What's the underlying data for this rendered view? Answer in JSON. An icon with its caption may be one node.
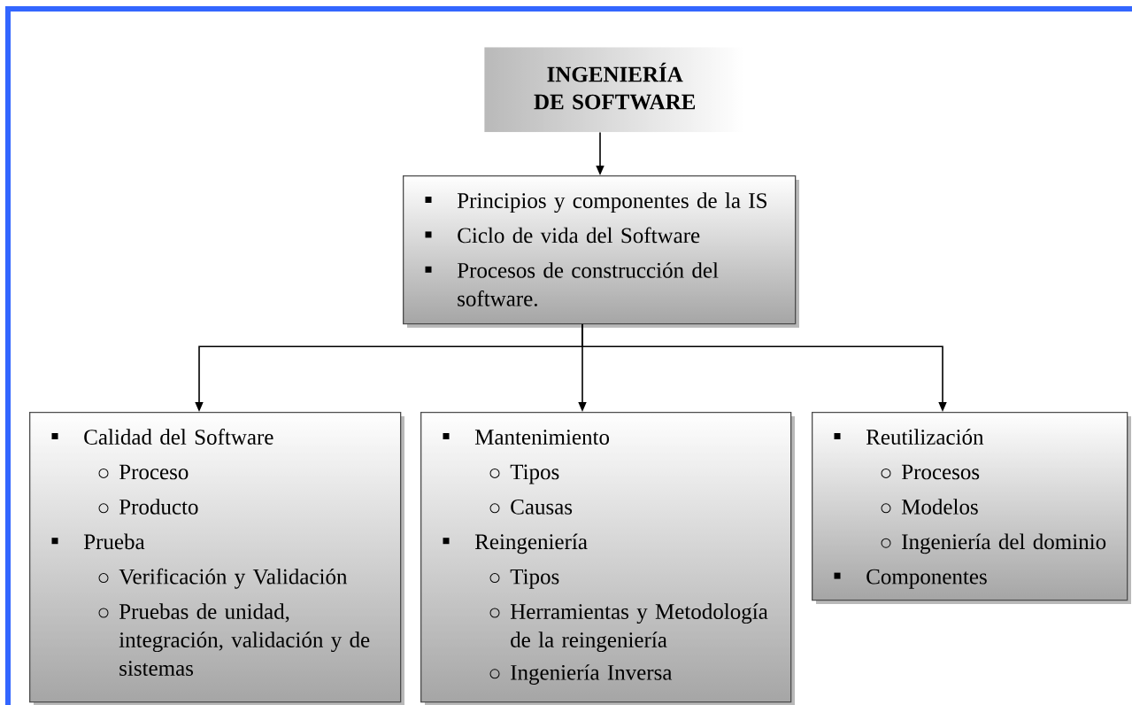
{
  "diagram": {
    "nodes": [
      {
        "text": [
          "INGENIERÍA DE SOFTWARE"
        ]
      },
      {
        "text": [
          "Principios y componentes de la IS",
          "Ciclo de vida del Software",
          "Procesos de construcción del software."
        ]
      },
      {
        "text": [
          "Calidad del Software",
          "Proceso",
          "Producto",
          "Prueba",
          "Verificación y Validación",
          "Pruebas de unidad, integración, validación y de sistemas"
        ]
      },
      {
        "text": [
          "Mantenimiento",
          "Tipos",
          "Causas",
          "Reingeniería",
          "Tipos",
          "Herramientas y Metodología de la reingeniería",
          "Ingeniería Inversa"
        ]
      },
      {
        "text": [
          "Reutilización",
          "Procesos",
          "Modelos",
          "Ingeniería del dominio",
          "Componentes"
        ]
      }
    ],
    "edges": [
      {
        "from": 0,
        "to": 1,
        "arrow": "to"
      },
      {
        "from": 1,
        "to": 2,
        "arrow": "to"
      },
      {
        "from": 1,
        "to": 3,
        "arrow": "to"
      },
      {
        "from": 1,
        "to": 4,
        "arrow": "to"
      }
    ]
  }
}
